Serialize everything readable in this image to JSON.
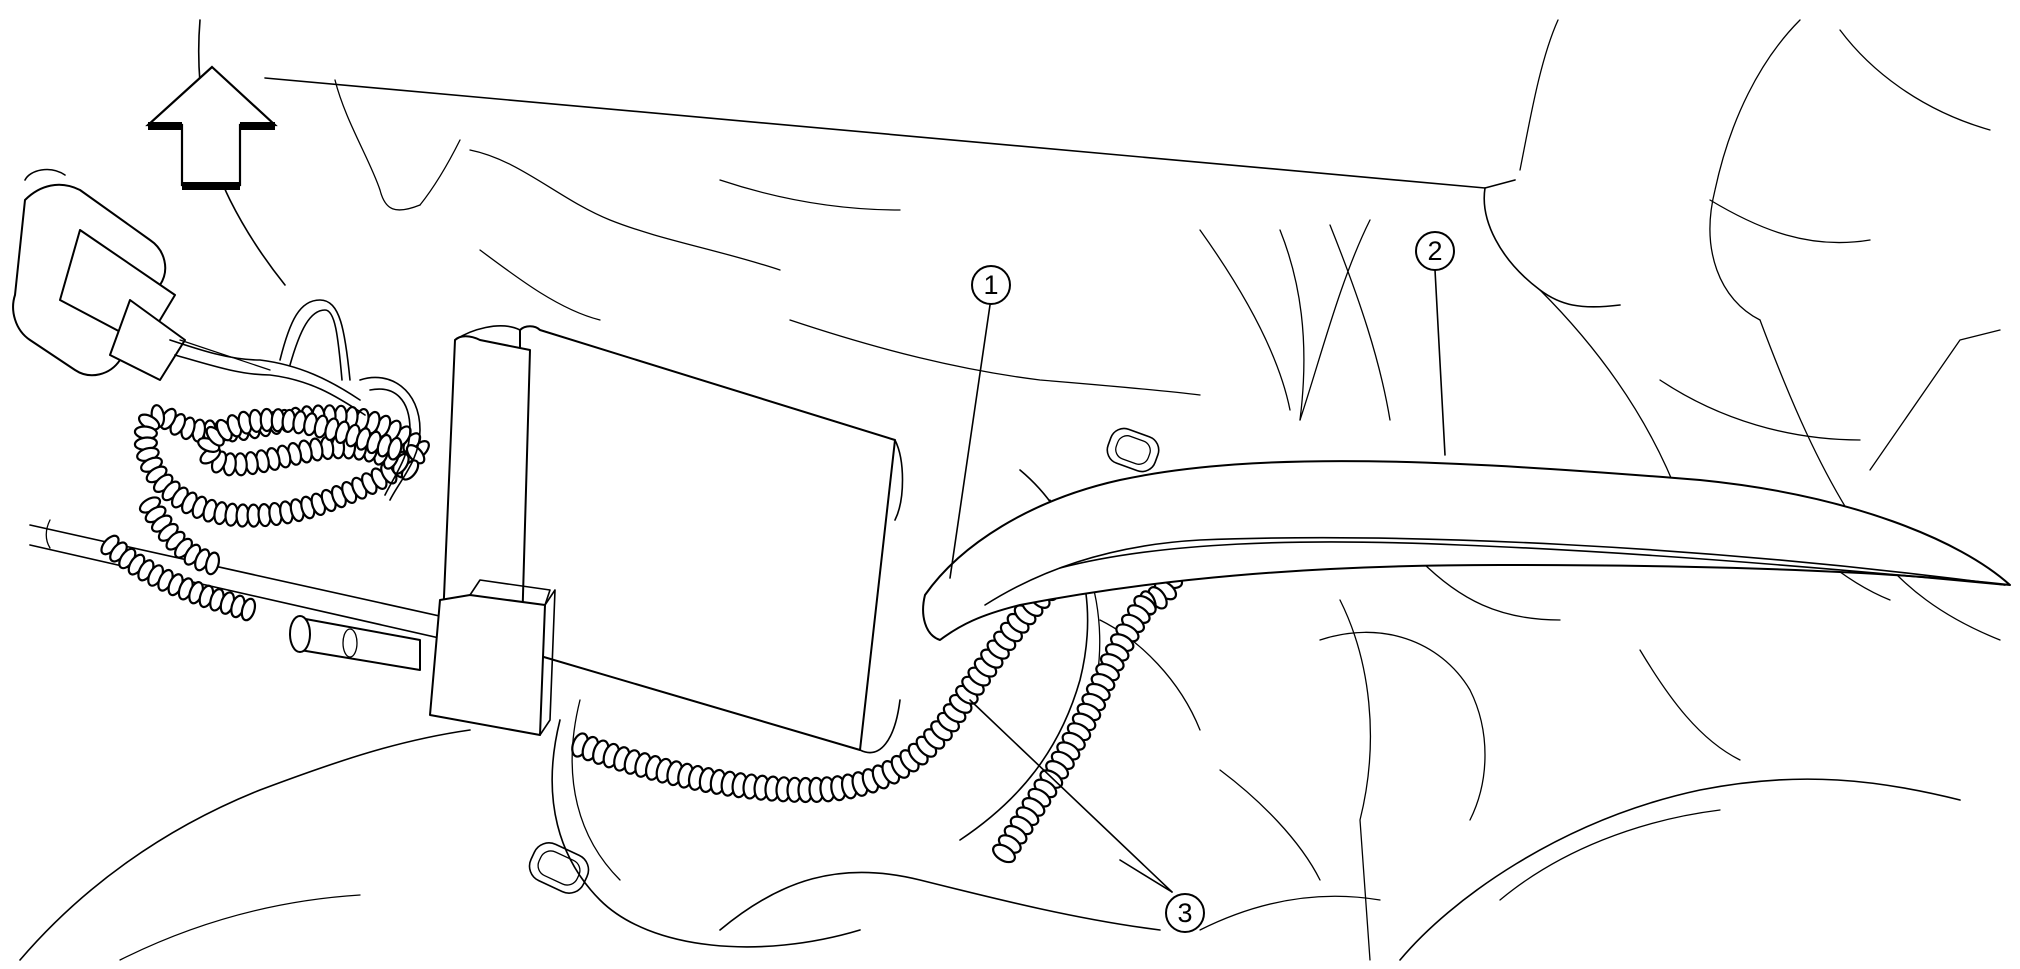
{
  "callouts": [
    {
      "id": "1",
      "label": "1"
    },
    {
      "id": "2",
      "label": "2"
    },
    {
      "id": "3",
      "label": "3"
    }
  ],
  "icons": {
    "direction_arrow": "up-arrow-icon"
  },
  "colors": {
    "line": "#000000",
    "background": "#ffffff"
  }
}
